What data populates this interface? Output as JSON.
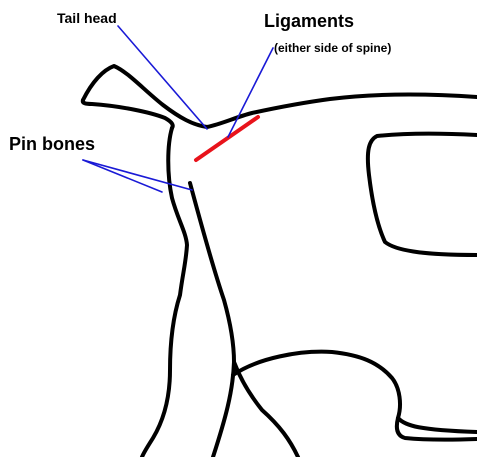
{
  "diagram": {
    "labels": {
      "tail_head": "Tail head",
      "ligaments": "Ligaments",
      "ligaments_note": "(either side of spine)",
      "pin_bones": "Pin bones"
    },
    "colors": {
      "outline": "#000000",
      "leader_lines": "#1a1ad6",
      "ligament_marker": "#e8131b",
      "background": "#ffffff"
    }
  }
}
